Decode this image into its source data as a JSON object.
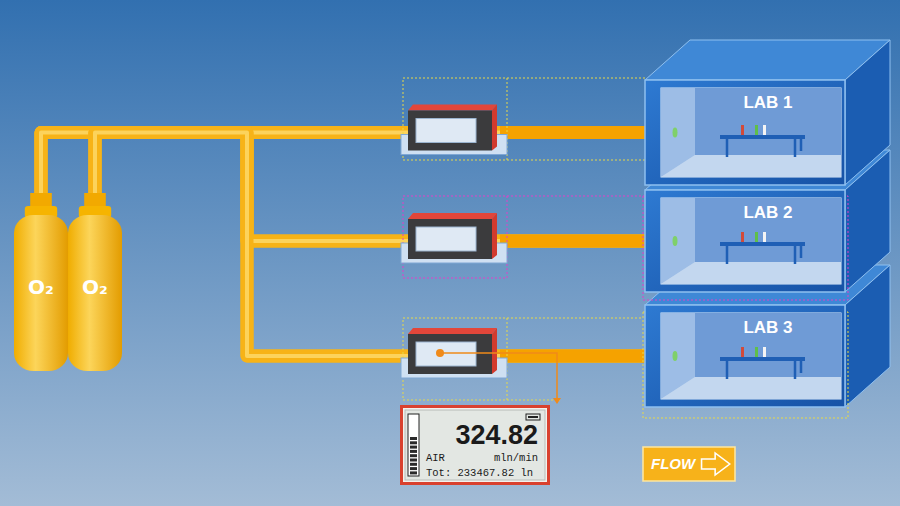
{
  "diagram": {
    "nodes": [
      {
        "text": [
          "O₂"
        ]
      },
      {
        "text": [
          "O₂"
        ]
      },
      {
        "text": [
          "LAB 1"
        ]
      },
      {
        "text": [
          "LAB 2"
        ]
      },
      {
        "text": [
          "LAB 3"
        ]
      },
      {
        "text": [
          "324.82",
          "AIR",
          "mln/min",
          "Tot: 233467.82 ln"
        ]
      },
      {
        "text": [
          "FLOW"
        ]
      }
    ],
    "edges": [
      {
        "from": 0,
        "to": 2,
        "arrow": "none"
      },
      {
        "from": 0,
        "to": 3,
        "arrow": "none"
      },
      {
        "from": 0,
        "to": 4,
        "arrow": "none"
      },
      {
        "from": 1,
        "to": 2,
        "arrow": "none"
      },
      {
        "from": 1,
        "to": 3,
        "arrow": "none"
      },
      {
        "from": 1,
        "to": 4,
        "arrow": "none"
      }
    ]
  }
}
